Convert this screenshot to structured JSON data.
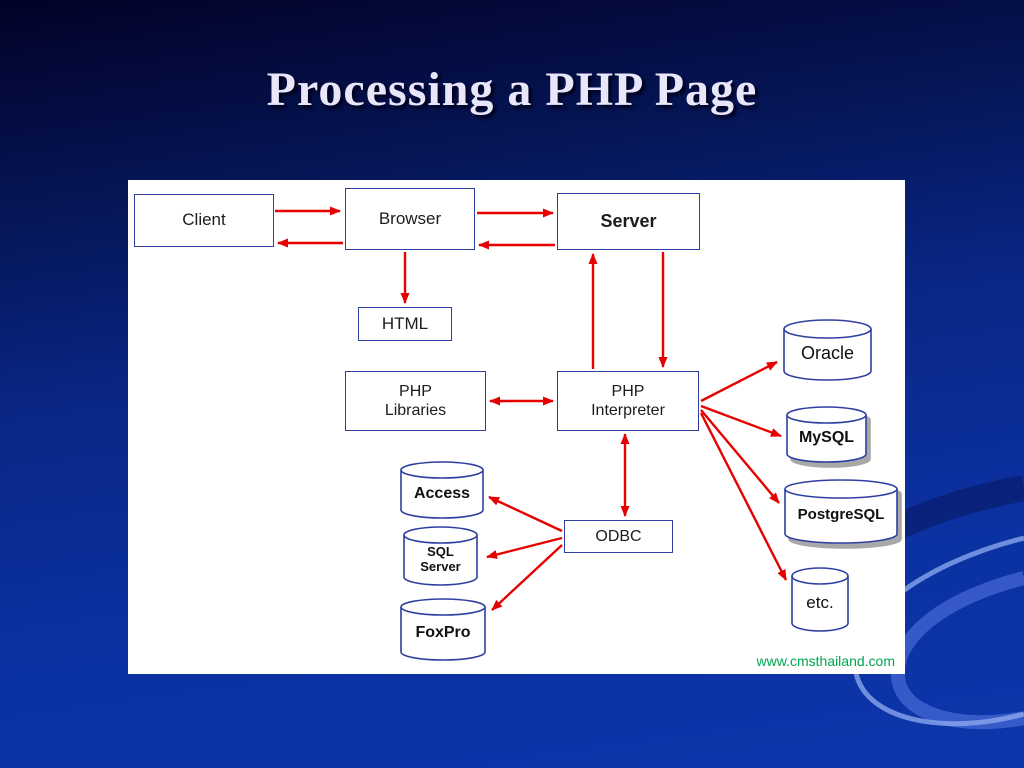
{
  "slide": {
    "title": "Processing a PHP Page",
    "credit": "www.cmsthailand.com"
  },
  "diagram": {
    "boxes": [
      {
        "id": "client",
        "label": "Client"
      },
      {
        "id": "browser",
        "label": "Browser"
      },
      {
        "id": "server",
        "label": "Server"
      },
      {
        "id": "html",
        "label": "HTML"
      },
      {
        "id": "php-libraries",
        "label": "PHP\nLibraries"
      },
      {
        "id": "php-interpreter",
        "label": "PHP\nInterpreter"
      },
      {
        "id": "odbc",
        "label": "ODBC"
      }
    ],
    "databases": [
      {
        "id": "oracle",
        "label": "Oracle"
      },
      {
        "id": "mysql",
        "label": "MySQL"
      },
      {
        "id": "postgresql",
        "label": "PostgreSQL"
      },
      {
        "id": "etc",
        "label": "etc."
      },
      {
        "id": "access",
        "label": "Access"
      },
      {
        "id": "sql-server",
        "label": "SQL\nServer"
      },
      {
        "id": "foxpro",
        "label": "FoxPro"
      }
    ]
  },
  "colors": {
    "title": "#e9e6fa",
    "arrow": "#e60000",
    "box-border": "#2f3fa0",
    "box-text": "#1c1c1c",
    "credit": "#00a551",
    "slide-bg-top": "#020227",
    "slide-bg-bottom": "#0c36ab"
  }
}
